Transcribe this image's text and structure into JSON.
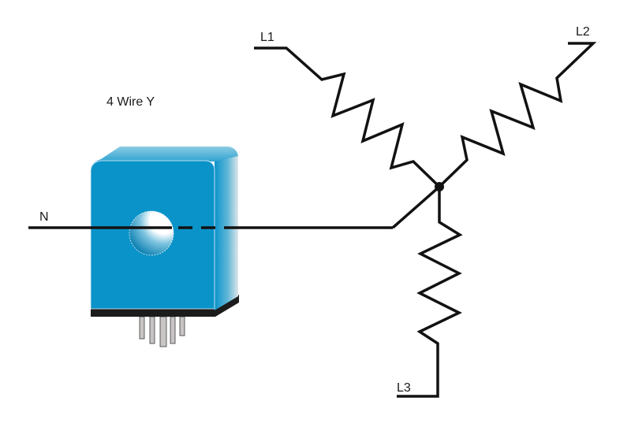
{
  "diagram": {
    "title": "4 Wire Y",
    "labels": {
      "neutral": "N",
      "line1": "L1",
      "line2": "L2",
      "line3": "L3"
    },
    "components": {
      "sensor": "current-transducer",
      "loads": [
        "resistor-L1",
        "resistor-L2",
        "resistor-L3"
      ],
      "node": "star-point"
    },
    "colors": {
      "sensor_body": "#0a93c9",
      "sensor_base": "#1c1c1c",
      "wire": "#121212",
      "pins": "#c9c5c5"
    }
  }
}
